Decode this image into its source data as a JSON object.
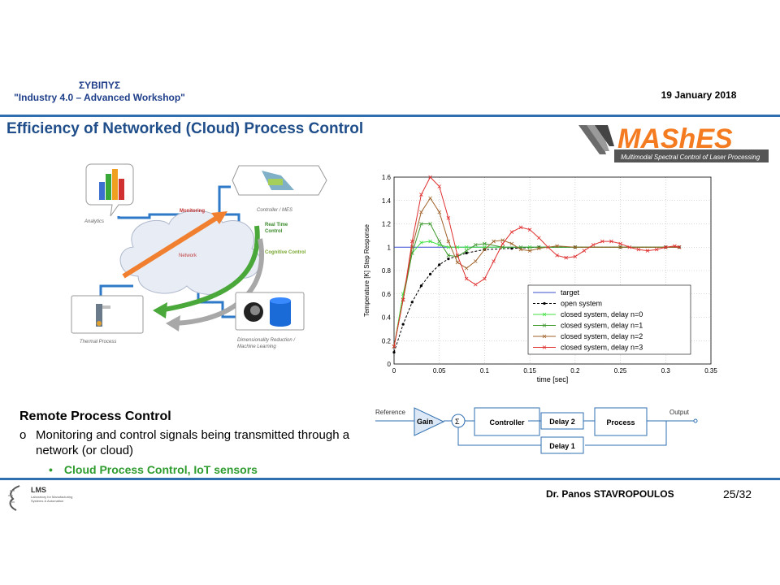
{
  "header": {
    "org": "ΣΥΒΙΠΥΣ",
    "workshop": "\"Industry 4.0 – Advanced Workshop\"",
    "date": "19 January  2018"
  },
  "slide": {
    "title": "Efficiency of Networked (Cloud) Process Control"
  },
  "logo": {
    "name": "MAShES",
    "tagline": "Multimodal Spectral Control of Laser Processing",
    "color": "#f47b20"
  },
  "diagram": {
    "analytics": "Analytics",
    "monitoring": "Monitoring",
    "controller": "Controller / MES",
    "realtime": "Real Time Control",
    "realtime_1": "Real Time",
    "realtime_2": "Control",
    "network": "Network",
    "cognitive": "Cognitive Control",
    "thermal": "Thermal Process",
    "dimred_1": "Dimensionality Reduction /",
    "dimred_2": "Machine Learning"
  },
  "chart_data": {
    "type": "line",
    "xlabel": "time [sec]",
    "ylabel": "Temperature [K] Step Response",
    "xlim": [
      0,
      0.35
    ],
    "ylim": [
      0,
      1.6
    ],
    "xticks": [
      0,
      0.05,
      0.1,
      0.15,
      0.2,
      0.25,
      0.3,
      0.35
    ],
    "xtick_labels": [
      "0",
      "0.05",
      "0.1",
      "0.15",
      "0.2",
      "0.25",
      "0.3",
      "0.35"
    ],
    "yticks": [
      0,
      0.2,
      0.4,
      0.6,
      0.8,
      1,
      1.2,
      1.4,
      1.6
    ],
    "ytick_labels": [
      "0",
      "0.2",
      "0.4",
      "0.6",
      "0.8",
      "1",
      "1.2",
      "1.4",
      "1.6"
    ],
    "grid": true,
    "legend_position": "bottom-right",
    "series": [
      {
        "name": "target",
        "color": "#3a4fd0",
        "style": "solid",
        "marker": "none",
        "x": [
          0,
          0.315
        ],
        "y": [
          1,
          1
        ]
      },
      {
        "name": "open system",
        "color": "#000000",
        "style": "dashed",
        "marker": "dot",
        "x": [
          0,
          0.01,
          0.02,
          0.03,
          0.04,
          0.05,
          0.06,
          0.08,
          0.1,
          0.13,
          0.16,
          0.2,
          0.25,
          0.3,
          0.315
        ],
        "y": [
          0.1,
          0.34,
          0.53,
          0.67,
          0.77,
          0.85,
          0.9,
          0.95,
          0.98,
          0.99,
          1.0,
          1.0,
          1.0,
          1.0,
          1.0
        ]
      },
      {
        "name": "closed system, delay n=0",
        "color": "#40e040",
        "style": "solid",
        "marker": "x",
        "x": [
          0,
          0.01,
          0.02,
          0.03,
          0.04,
          0.05,
          0.06,
          0.07,
          0.08,
          0.1,
          0.12,
          0.15,
          0.2,
          0.25,
          0.3,
          0.315
        ],
        "y": [
          0.15,
          0.6,
          0.95,
          1.04,
          1.05,
          1.02,
          1.0,
          1.0,
          1.0,
          1.0,
          1.0,
          1.0,
          1.0,
          1.0,
          1.0,
          1.0
        ]
      },
      {
        "name": "closed system, delay n=1",
        "color": "#3f9a2e",
        "style": "solid",
        "marker": "x",
        "x": [
          0,
          0.01,
          0.02,
          0.03,
          0.04,
          0.05,
          0.06,
          0.07,
          0.08,
          0.09,
          0.1,
          0.12,
          0.14,
          0.16,
          0.2,
          0.25,
          0.3,
          0.315
        ],
        "y": [
          0.15,
          0.55,
          0.95,
          1.2,
          1.2,
          1.05,
          0.93,
          0.92,
          0.97,
          1.02,
          1.03,
          1.0,
          1.0,
          1.0,
          1.0,
          1.0,
          1.0,
          1.0
        ]
      },
      {
        "name": "closed system, delay n=2",
        "color": "#a0622a",
        "style": "solid",
        "marker": "x",
        "x": [
          0,
          0.01,
          0.02,
          0.03,
          0.04,
          0.05,
          0.06,
          0.07,
          0.08,
          0.09,
          0.1,
          0.11,
          0.12,
          0.13,
          0.14,
          0.15,
          0.16,
          0.18,
          0.2,
          0.25,
          0.3,
          0.315
        ],
        "y": [
          0.15,
          0.55,
          1.0,
          1.3,
          1.42,
          1.3,
          1.05,
          0.87,
          0.82,
          0.88,
          0.98,
          1.05,
          1.06,
          1.03,
          0.98,
          0.97,
          0.99,
          1.01,
          1.0,
          1.0,
          1.0,
          1.0
        ]
      },
      {
        "name": "closed system, delay n=3",
        "color": "#e03030",
        "style": "solid",
        "marker": "x",
        "x": [
          0,
          0.01,
          0.02,
          0.03,
          0.04,
          0.05,
          0.06,
          0.07,
          0.08,
          0.09,
          0.1,
          0.11,
          0.12,
          0.13,
          0.14,
          0.15,
          0.16,
          0.17,
          0.18,
          0.19,
          0.2,
          0.21,
          0.22,
          0.23,
          0.24,
          0.25,
          0.26,
          0.27,
          0.28,
          0.29,
          0.3,
          0.31,
          0.315
        ],
        "y": [
          0.15,
          0.55,
          1.05,
          1.45,
          1.6,
          1.52,
          1.25,
          0.93,
          0.73,
          0.68,
          0.73,
          0.88,
          1.03,
          1.13,
          1.17,
          1.15,
          1.08,
          1.0,
          0.93,
          0.91,
          0.92,
          0.97,
          1.02,
          1.05,
          1.05,
          1.03,
          1.0,
          0.98,
          0.97,
          0.98,
          1.0,
          1.01,
          1.0
        ]
      }
    ]
  },
  "block_diagram": {
    "reference": "Reference",
    "gain": "Gain",
    "sum": "Σ",
    "controller": "Controller",
    "delay2": "Delay 2",
    "process": "Process",
    "output": "Output",
    "delay1": "Delay 1"
  },
  "content": {
    "section_title": "Remote Process Control",
    "bullet_mark": "o",
    "bullet_text": "Monitoring and control signals being transmitted through a network (or cloud)",
    "sub_bullet": "Cloud Process Control, IoT sensors"
  },
  "footer": {
    "author": "Dr. Panos STAVROPOULOS",
    "page": "25/32",
    "lms": "LMS",
    "lms_sub": "Laboratory for Manufacturing Systems & Automation"
  }
}
